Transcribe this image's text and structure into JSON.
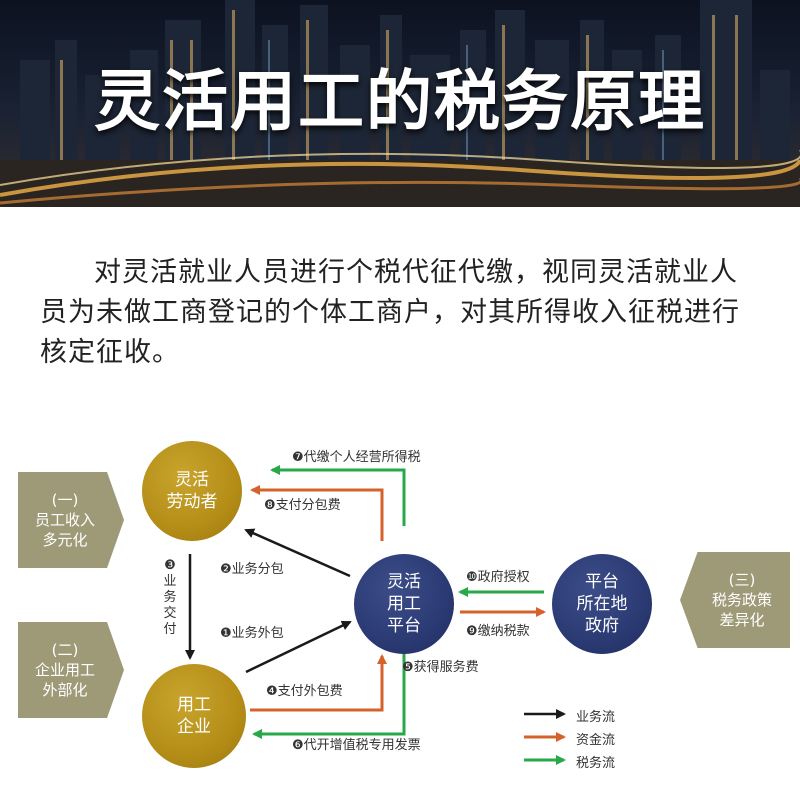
{
  "banner": {
    "title": "灵活用工的税务原理"
  },
  "intro": {
    "text": "对灵活就业人员进行个税代征代缴，视同灵活就业人员为未做工商登记的个体工商户，对其所得收入征税进行核定征收。"
  },
  "diagram": {
    "chevrons": {
      "c1": "(一)\n员工收入\n多元化",
      "c2": "(二)\n企业用工\n外部化",
      "c3": "(三)\n税务政策\n差异化"
    },
    "nodes": {
      "worker": "灵活\n劳动者",
      "enterprise": "用工\n企业",
      "platform": "灵活\n用工\n平台",
      "government": "平台\n所在地\n政府"
    },
    "labels": {
      "l0": "❶业务外包",
      "l2": "❷业务分包",
      "l3": "❸业务交付",
      "l4": "❹支付外包费",
      "l5": "❺获得服务费",
      "l6": "❻代开增值税专用发票",
      "l7": "❼代缴个人经营所得税",
      "l8": "❽支付分包费",
      "l9": "❾缴纳税款",
      "l10": "❿政府授权"
    },
    "legend": {
      "business": "业务流",
      "fund": "资金流",
      "tax": "税务流"
    },
    "colors": {
      "business": "#1a1a1a",
      "fund": "#d4622a",
      "tax": "#28a848",
      "gold": "#b48d17",
      "navy": "#2b3a73",
      "chevron": "#9e9a78"
    }
  }
}
